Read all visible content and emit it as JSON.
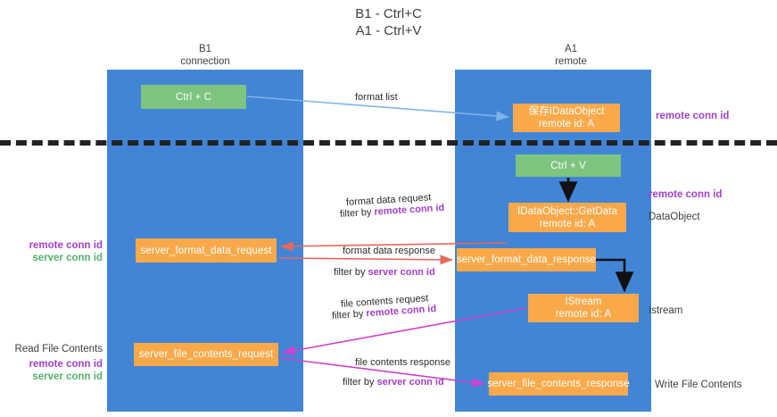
{
  "title": "B1 - Ctrl+C\nA1 - Ctrl+V",
  "columns": {
    "left": "B1\nconnection",
    "right": "A1\nremote"
  },
  "nodes": {
    "ctrl_c": "Ctrl + C",
    "ido_save": "保存IDataObject\nremote id: A",
    "ctrl_v": "Ctrl + V",
    "getdata": "IDataObject::GetData\nremote id: A",
    "server_format_data_request": "server_format_data_request",
    "server_format_data_response": "server_format_data_response",
    "istream": "IStream\nremote id: A",
    "server_file_contents_request": "server_file_contents_request",
    "server_file_contents_response": "server_file_contents_response"
  },
  "right_annotations": {
    "remote_conn_id_top": "remote conn id",
    "remote_conn_id_mid": "remote conn id",
    "dataobject": "DataObject",
    "istream": "Istream",
    "write_file_contents": "Write File Contents"
  },
  "left_annotations": {
    "remote_conn_id_mid": "remote conn id",
    "server_conn_id_mid": "server conn id",
    "read_file_contents": "Read File Contents",
    "remote_conn_id_bottom": "remote conn id",
    "server_conn_id_bottom": "server conn id"
  },
  "edge_labels": {
    "format_list": "format list",
    "format_data_request": "format data request",
    "fdreq_filter_prefix": "filter by ",
    "fdreq_filter_key": "remote conn id",
    "format_data_response": "format data response",
    "fdres_filter_prefix": "filter by ",
    "fdres_filter_key": "server conn id",
    "file_contents_request": "file contents request",
    "fcreq_filter_prefix": "filter by ",
    "fcreq_filter_key": "remote conn id",
    "file_contents_response": "file contents response",
    "fcres_filter_prefix": "filter by ",
    "fcres_filter_key": "server conn id"
  },
  "colors": {
    "lane": "#4285d6",
    "green_node": "#7dc47f",
    "orange_node": "#f9a94a",
    "purple_text": "#a23fc9",
    "green_text": "#54b16a",
    "red_arrow": "#e8685a",
    "magenta_arrow": "#cc44cc",
    "blue_arrow": "#7fb4e8",
    "black_arrow": "#111111",
    "separator": "#222222"
  }
}
